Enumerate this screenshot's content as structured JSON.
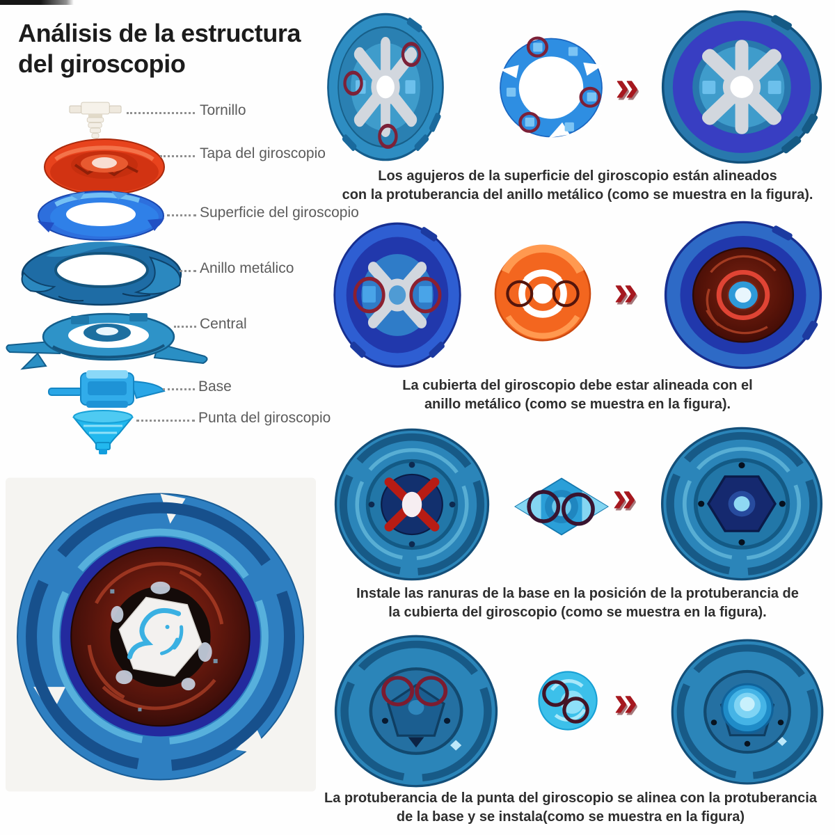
{
  "title": {
    "line1": "Análisis de la estructura",
    "line2": "del giroscopio"
  },
  "exploded_parts": [
    {
      "label": "Tornillo"
    },
    {
      "label": "Tapa del giroscopio"
    },
    {
      "label": "Superficie del giroscopio"
    },
    {
      "label": "Anillo metálico"
    },
    {
      "label": "Central"
    },
    {
      "label": "Base"
    },
    {
      "label": "Punta del giroscopio"
    }
  ],
  "steps": [
    {
      "caption_line1": "Los agujeros de la superficie del giroscopio están alineados",
      "caption_line2": "con la protuberancia del anillo metálico (como se muestra en la figura)."
    },
    {
      "caption_line1": "La cubierta del giroscopio debe estar alineada con el",
      "caption_line2": "anillo metálico (como se muestra en la figura)."
    },
    {
      "caption_line1": "Instale las ranuras de la base en la posición de la protuberancia de",
      "caption_line2": "la cubierta del giroscopio (como se muestra en la figura)."
    },
    {
      "caption_line1": "La protuberancia de la punta del giroscopio se alinea con la protuberancia",
      "caption_line2": "de la base y se instala(como se muestra en la figura)"
    }
  ],
  "chevron_glyph": "»",
  "colors": {
    "chevron_red": "#a6181f",
    "marker_red": "#7c2138",
    "metal_blue": "#2e8dc2",
    "royal_blue": "#2e5ed2",
    "cover_orange": "#f3661f",
    "tip_cyan": "#3cc0ea",
    "cap_red": "#e8431d",
    "label_gray": "#5c5c5c"
  }
}
